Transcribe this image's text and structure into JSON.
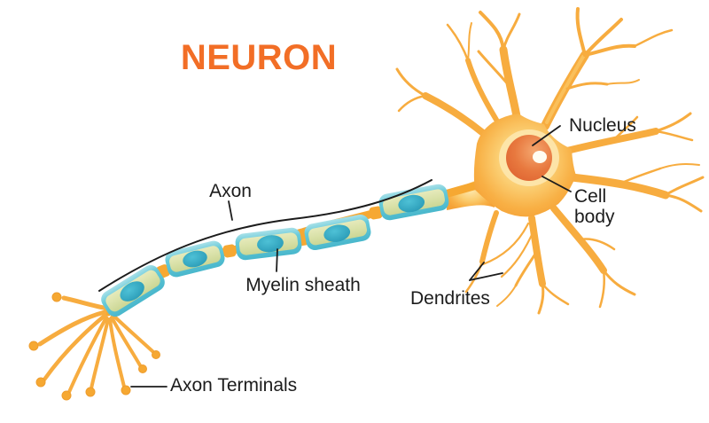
{
  "header": {
    "title": "NEURON"
  },
  "labels": {
    "nucleus": "Nucleus",
    "cell_body_line1": "Cell",
    "cell_body_line2": "body",
    "axon": "Axon",
    "myelin_sheath": "Myelin sheath",
    "dendrites": "Dendrites",
    "axon_terminals": "Axon Terminals"
  },
  "colors": {
    "background": "#FFFFFF",
    "title": "#F26E26",
    "label-text": "#1C1C1C",
    "leader-line": "#1C1C1C",
    "neuron-orange": "#F7AC3F",
    "neuron-orange-deep": "#F5A237",
    "neuron-light": "#FDE7AE",
    "nucleus-dark": "#DE6230",
    "nucleus-mid": "#E8793F",
    "nucleus-light": "#F4A76F",
    "nucleus-highlight": "#FFFDF2",
    "myelin-teal": "#66CAD9",
    "myelin-teal-dark": "#49B7CC",
    "myelin-teal-light": "#A8E0E8",
    "myelin-band": "#D9E1A8",
    "myelin-nucleus": "#2899B5",
    "myelin-nucleus-light": "#4EC1D6",
    "node-gap": "#F6A832"
  }
}
